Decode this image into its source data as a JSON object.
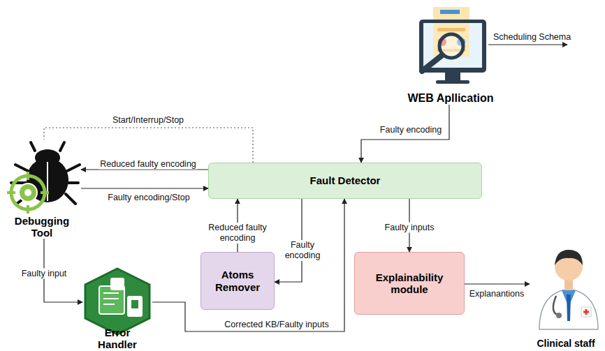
{
  "diagram": {
    "nodes": [
      {
        "text": [
          "WEB Apllication"
        ]
      },
      {
        "text": [
          "Debugging Tool"
        ]
      },
      {
        "text": [
          "Fault Detector"
        ]
      },
      {
        "text": [
          "Atoms Remover"
        ]
      },
      {
        "text": [
          "Explainability module"
        ]
      },
      {
        "text": [
          "Error Handler"
        ]
      },
      {
        "text": [
          "Clinical staff"
        ]
      }
    ],
    "edges": [
      {
        "from": 0,
        "to": 2,
        "label": "Faulty encoding",
        "arrow": "to"
      },
      {
        "from": 2,
        "to": 1,
        "label": "Reduced faulty encoding",
        "arrow": "to"
      },
      {
        "from": 1,
        "to": 2,
        "label": "Faulty encoding/Stop",
        "arrow": "to"
      },
      {
        "from": 2,
        "to": 1,
        "label": "Start/Interrup/Stop",
        "arrow": "none"
      },
      {
        "from": 3,
        "to": 2,
        "label": "Reduced faulty encoding",
        "arrow": "to"
      },
      {
        "from": 2,
        "to": 3,
        "label": "Faulty encoding",
        "arrow": "to"
      },
      {
        "from": 1,
        "to": 5,
        "label": "Faulty input",
        "arrow": "to"
      },
      {
        "from": 5,
        "to": 2,
        "label": "Corrected KB/Faulty inputs",
        "arrow": "to"
      },
      {
        "from": 2,
        "to": 4,
        "label": "Faulty inputs",
        "arrow": "to"
      },
      {
        "from": 4,
        "to": 6,
        "label": "Explanantions",
        "arrow": "to"
      }
    ],
    "labels": [
      "Scheduling Schema"
    ]
  }
}
